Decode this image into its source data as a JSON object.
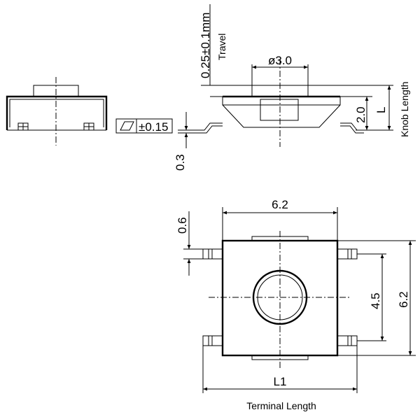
{
  "dimensions": {
    "travel_value": "0.25±0.1mm",
    "travel_label": "Travel",
    "knob_diameter": "ø3.0",
    "body_height": "2.0",
    "knob_length_symbol": "L",
    "knob_length_label": "Knob Length",
    "flatness": "±0.15",
    "terminal_standoff": "0.3",
    "body_width": "6.2",
    "terminal_width": "0.6",
    "terminal_pitch": "4.5",
    "body_depth": "6.2",
    "terminal_length_symbol": "L1",
    "terminal_length_label": "Terminal Length"
  },
  "icons": {
    "flatness_symbol": "parallelogram-flatness-icon"
  }
}
